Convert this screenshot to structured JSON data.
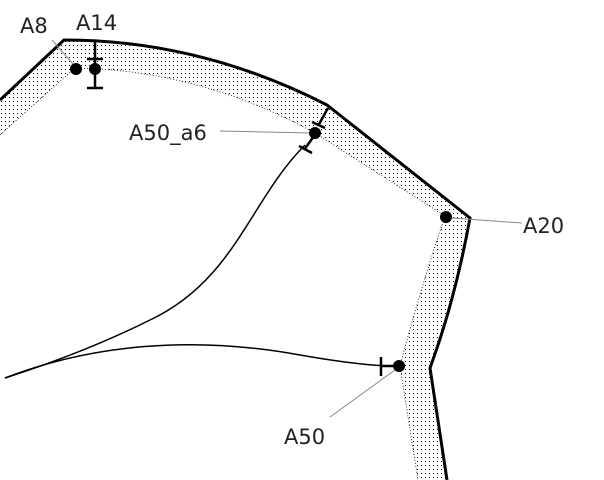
{
  "diagram": {
    "colors": {
      "line": "#000000",
      "leader": "#888888",
      "label": "#222222"
    },
    "points": [
      {
        "id": "a8",
        "label": "A8"
      },
      {
        "id": "a14",
        "label": "A14"
      },
      {
        "id": "a50a6",
        "label": "A50_a6"
      },
      {
        "id": "a20",
        "label": "A20"
      },
      {
        "id": "a50",
        "label": "A50"
      }
    ]
  }
}
